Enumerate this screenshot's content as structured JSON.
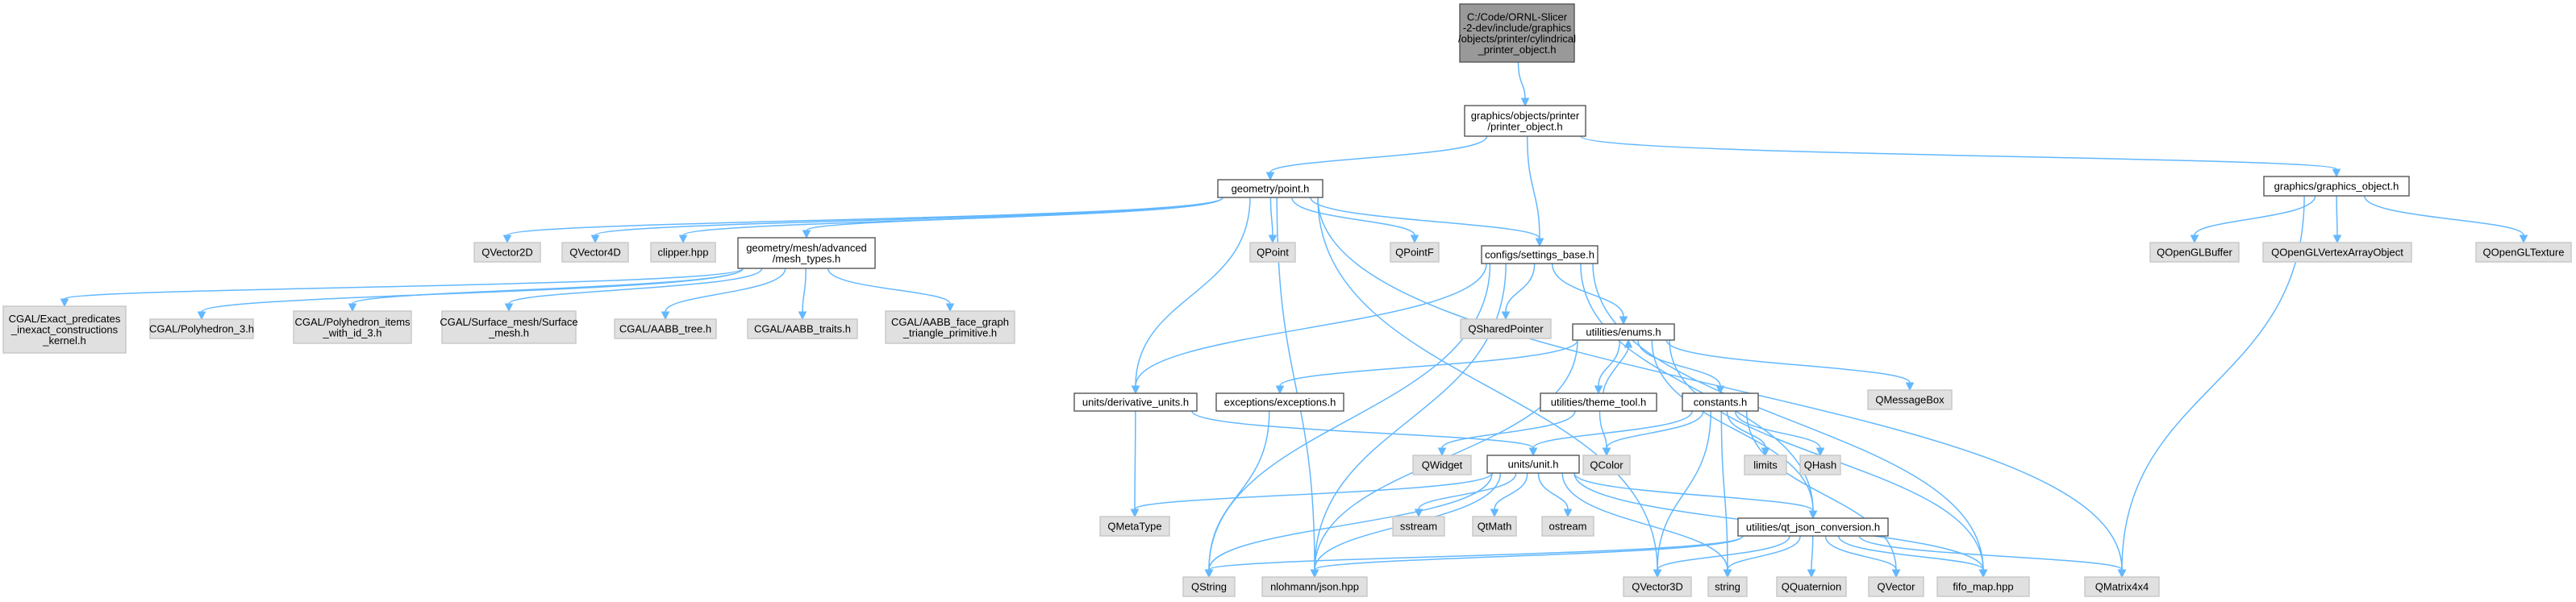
{
  "diagram": {
    "nodes": [
      {
        "id": "root",
        "kind": "root",
        "lines": [
          "C:/Code/ORNL-Slicer",
          "-2-dev/include/graphics",
          "/objects/printer/cylindrical",
          "_printer_object.h"
        ]
      },
      {
        "id": "printer_object",
        "kind": "local",
        "lines": [
          "graphics/objects/printer",
          "/printer_object.h"
        ]
      },
      {
        "id": "point",
        "kind": "local",
        "lines": [
          "geometry/point.h"
        ]
      },
      {
        "id": "graphics_object",
        "kind": "local",
        "lines": [
          "graphics/graphics_object.h"
        ]
      },
      {
        "id": "QVector2D",
        "kind": "sys",
        "lines": [
          "QVector2D"
        ]
      },
      {
        "id": "QVector4D",
        "kind": "sys",
        "lines": [
          "QVector4D"
        ]
      },
      {
        "id": "clipper",
        "kind": "sys",
        "lines": [
          "clipper.hpp"
        ]
      },
      {
        "id": "mesh_types",
        "kind": "local",
        "lines": [
          "geometry/mesh/advanced",
          "/mesh_types.h"
        ]
      },
      {
        "id": "QPoint",
        "kind": "sys",
        "lines": [
          "QPoint"
        ]
      },
      {
        "id": "QPointF",
        "kind": "sys",
        "lines": [
          "QPointF"
        ]
      },
      {
        "id": "settings_base",
        "kind": "local",
        "lines": [
          "configs/settings_base.h"
        ]
      },
      {
        "id": "QOpenGLBuffer",
        "kind": "sys",
        "lines": [
          "QOpenGLBuffer"
        ]
      },
      {
        "id": "QOpenGLVertexArrayObject",
        "kind": "sys",
        "lines": [
          "QOpenGLVertexArrayObject"
        ]
      },
      {
        "id": "QOpenGLTexture",
        "kind": "sys",
        "lines": [
          "QOpenGLTexture"
        ]
      },
      {
        "id": "exact_pred",
        "kind": "sys",
        "lines": [
          "CGAL/Exact_predicates",
          "_inexact_constructions",
          "_kernel.h"
        ]
      },
      {
        "id": "polyhedron3",
        "kind": "sys",
        "lines": [
          "CGAL/Polyhedron_3.h"
        ]
      },
      {
        "id": "poly_items",
        "kind": "sys",
        "lines": [
          "CGAL/Polyhedron_items",
          "_with_id_3.h"
        ]
      },
      {
        "id": "surface_mesh",
        "kind": "sys",
        "lines": [
          "CGAL/Surface_mesh/Surface",
          "_mesh.h"
        ]
      },
      {
        "id": "aabb_tree",
        "kind": "sys",
        "lines": [
          "CGAL/AABB_tree.h"
        ]
      },
      {
        "id": "aabb_traits",
        "kind": "sys",
        "lines": [
          "CGAL/AABB_traits.h"
        ]
      },
      {
        "id": "aabb_face",
        "kind": "sys",
        "lines": [
          "CGAL/AABB_face_graph",
          "_triangle_primitive.h"
        ]
      },
      {
        "id": "QSharedPointer",
        "kind": "sys",
        "lines": [
          "QSharedPointer"
        ]
      },
      {
        "id": "enums",
        "kind": "local",
        "lines": [
          "utilities/enums.h"
        ]
      },
      {
        "id": "derivative_units",
        "kind": "local",
        "lines": [
          "units/derivative_units.h"
        ]
      },
      {
        "id": "exceptions",
        "kind": "local",
        "lines": [
          "exceptions/exceptions.h"
        ]
      },
      {
        "id": "theme_tool",
        "kind": "local",
        "lines": [
          "utilities/theme_tool.h"
        ]
      },
      {
        "id": "constants",
        "kind": "local",
        "lines": [
          "constants.h"
        ]
      },
      {
        "id": "QMessageBox",
        "kind": "sys",
        "lines": [
          "QMessageBox"
        ]
      },
      {
        "id": "QWidget",
        "kind": "sys",
        "lines": [
          "QWidget"
        ]
      },
      {
        "id": "unit",
        "kind": "local",
        "lines": [
          "units/unit.h"
        ]
      },
      {
        "id": "QColor",
        "kind": "sys",
        "lines": [
          "QColor"
        ]
      },
      {
        "id": "limits",
        "kind": "sys",
        "lines": [
          "limits"
        ]
      },
      {
        "id": "QHash",
        "kind": "sys",
        "lines": [
          "QHash"
        ]
      },
      {
        "id": "QMetaType",
        "kind": "sys",
        "lines": [
          "QMetaType"
        ]
      },
      {
        "id": "sstream",
        "kind": "sys",
        "lines": [
          "sstream"
        ]
      },
      {
        "id": "QtMath",
        "kind": "sys",
        "lines": [
          "QtMath"
        ]
      },
      {
        "id": "ostream",
        "kind": "sys",
        "lines": [
          "ostream"
        ]
      },
      {
        "id": "qt_json",
        "kind": "local",
        "lines": [
          "utilities/qt_json_conversion.h"
        ]
      },
      {
        "id": "QString",
        "kind": "sys",
        "lines": [
          "QString"
        ]
      },
      {
        "id": "nlohmann",
        "kind": "sys",
        "lines": [
          "nlohmann/json.hpp"
        ]
      },
      {
        "id": "QVector3D",
        "kind": "sys",
        "lines": [
          "QVector3D"
        ]
      },
      {
        "id": "string",
        "kind": "sys",
        "lines": [
          "string"
        ]
      },
      {
        "id": "QQuaternion",
        "kind": "sys",
        "lines": [
          "QQuaternion"
        ]
      },
      {
        "id": "QVector",
        "kind": "sys",
        "lines": [
          "QVector"
        ]
      },
      {
        "id": "fifo_map",
        "kind": "sys",
        "lines": [
          "fifo_map.hpp"
        ]
      },
      {
        "id": "QMatrix4x4",
        "kind": "sys",
        "lines": [
          "QMatrix4x4"
        ]
      }
    ],
    "edges": [
      [
        "root",
        "printer_object"
      ],
      [
        "printer_object",
        "point"
      ],
      [
        "printer_object",
        "settings_base"
      ],
      [
        "printer_object",
        "graphics_object"
      ],
      [
        "point",
        "QVector2D"
      ],
      [
        "point",
        "QVector4D"
      ],
      [
        "point",
        "clipper"
      ],
      [
        "point",
        "mesh_types"
      ],
      [
        "point",
        "QPoint"
      ],
      [
        "point",
        "QPointF"
      ],
      [
        "point",
        "settings_base"
      ],
      [
        "point",
        "derivative_units"
      ],
      [
        "point",
        "nlohmann"
      ],
      [
        "point",
        "QVector3D"
      ],
      [
        "point",
        "QMatrix4x4"
      ],
      [
        "graphics_object",
        "QOpenGLBuffer"
      ],
      [
        "graphics_object",
        "QOpenGLVertexArrayObject"
      ],
      [
        "graphics_object",
        "QOpenGLTexture"
      ],
      [
        "graphics_object",
        "QMatrix4x4"
      ],
      [
        "mesh_types",
        "exact_pred"
      ],
      [
        "mesh_types",
        "polyhedron3"
      ],
      [
        "mesh_types",
        "poly_items"
      ],
      [
        "mesh_types",
        "surface_mesh"
      ],
      [
        "mesh_types",
        "aabb_tree"
      ],
      [
        "mesh_types",
        "aabb_traits"
      ],
      [
        "mesh_types",
        "aabb_face"
      ],
      [
        "settings_base",
        "QSharedPointer"
      ],
      [
        "settings_base",
        "enums"
      ],
      [
        "settings_base",
        "derivative_units"
      ],
      [
        "settings_base",
        "QString"
      ],
      [
        "settings_base",
        "nlohmann"
      ],
      [
        "settings_base",
        "qt_json"
      ],
      [
        "settings_base",
        "fifo_map"
      ],
      [
        "enums",
        "exceptions"
      ],
      [
        "enums",
        "theme_tool"
      ],
      [
        "enums",
        "constants"
      ],
      [
        "enums",
        "QMessageBox"
      ],
      [
        "enums",
        "nlohmann"
      ],
      [
        "enums",
        "qt_json"
      ],
      [
        "enums",
        "fifo_map"
      ],
      [
        "theme_tool",
        "enums"
      ],
      [
        "theme_tool",
        "QWidget"
      ],
      [
        "theme_tool",
        "QColor"
      ],
      [
        "derivative_units",
        "QMetaType"
      ],
      [
        "derivative_units",
        "unit"
      ],
      [
        "exceptions",
        "QString"
      ],
      [
        "constants",
        "unit"
      ],
      [
        "constants",
        "QColor"
      ],
      [
        "constants",
        "limits"
      ],
      [
        "constants",
        "QHash"
      ],
      [
        "constants",
        "QVector3D"
      ],
      [
        "constants",
        "string"
      ],
      [
        "constants",
        "QVector"
      ],
      [
        "unit",
        "QMetaType"
      ],
      [
        "unit",
        "sstream"
      ],
      [
        "unit",
        "QtMath"
      ],
      [
        "unit",
        "ostream"
      ],
      [
        "unit",
        "qt_json"
      ],
      [
        "unit",
        "QString"
      ],
      [
        "unit",
        "nlohmann"
      ],
      [
        "unit",
        "string"
      ],
      [
        "unit",
        "fifo_map"
      ],
      [
        "qt_json",
        "QString"
      ],
      [
        "qt_json",
        "nlohmann"
      ],
      [
        "qt_json",
        "QVector3D"
      ],
      [
        "qt_json",
        "string"
      ],
      [
        "qt_json",
        "QQuaternion"
      ],
      [
        "qt_json",
        "QVector"
      ],
      [
        "qt_json",
        "fifo_map"
      ],
      [
        "qt_json",
        "QMatrix4x4"
      ]
    ]
  }
}
